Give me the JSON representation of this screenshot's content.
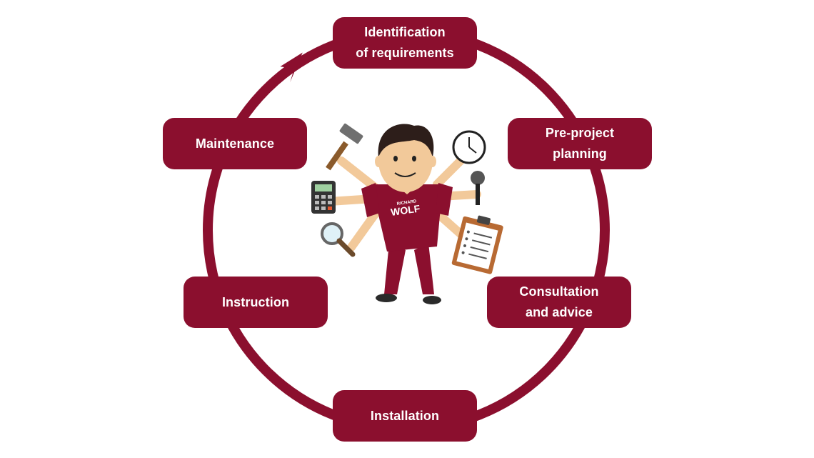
{
  "colors": {
    "accent": "#8b0f2e",
    "text_on_accent": "#ffffff",
    "background": "#ffffff"
  },
  "steps": [
    {
      "id": "identification",
      "label": "Identification\nof requirements"
    },
    {
      "id": "pre-project",
      "label": "Pre-project\nplanning"
    },
    {
      "id": "consultation",
      "label": "Consultation\nand advice"
    },
    {
      "id": "installation",
      "label": "Installation"
    },
    {
      "id": "instruction",
      "label": "Instruction"
    },
    {
      "id": "maintenance",
      "label": "Maintenance"
    }
  ],
  "mascot": {
    "shirt_brand_small": "RICHARD",
    "shirt_brand_large": "WOLF",
    "tools": [
      "hammer-icon",
      "clock-icon",
      "calculator-icon",
      "microphone-icon",
      "magnifier-icon",
      "clipboard-icon"
    ]
  }
}
